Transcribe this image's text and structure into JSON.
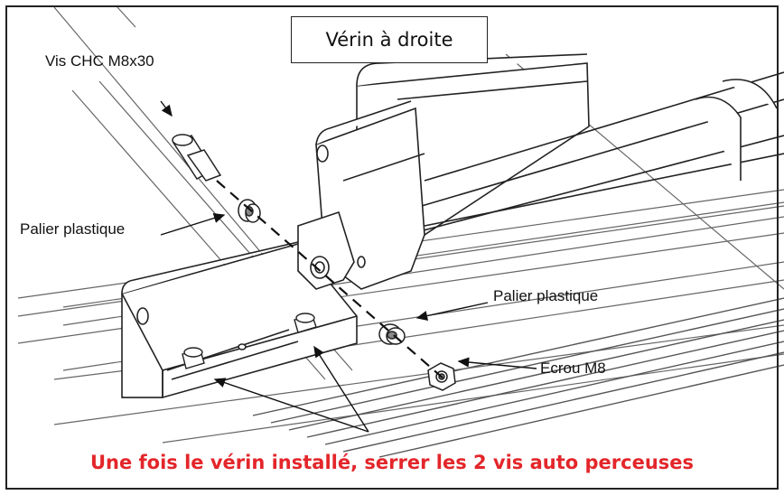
{
  "title": "Vérin à droite",
  "labels": {
    "screw": "Vis CHC M8x30",
    "bearing_left": "Palier plastique",
    "bearing_right": "Palier plastique",
    "nut": "Ecrou M8"
  },
  "instruction": "Une fois le vérin installé, serrer les 2 vis auto perceuses",
  "colors": {
    "instruction": "#e3262a",
    "line": "#222222",
    "fill": "#ffffff"
  }
}
